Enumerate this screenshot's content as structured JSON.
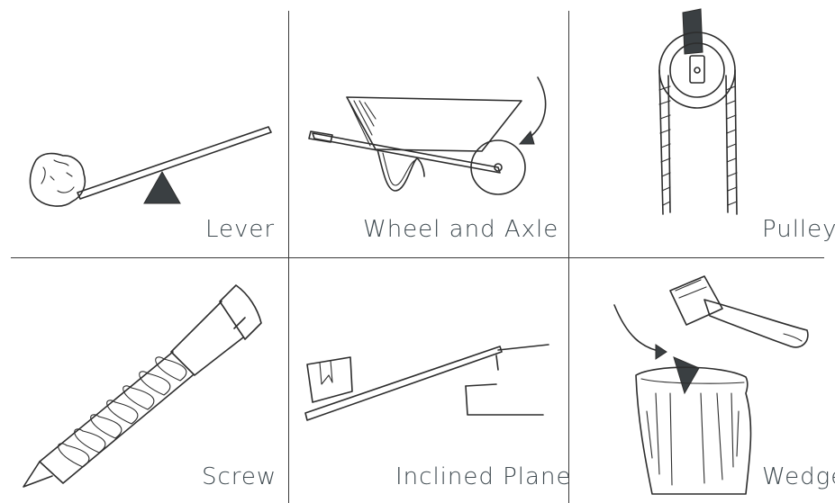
{
  "machines": [
    {
      "id": "lever",
      "label": "Lever",
      "icon": "lever-icon"
    },
    {
      "id": "wheel-and-axle",
      "label": "Wheel and Axle",
      "icon": "wheelbarrow-icon"
    },
    {
      "id": "pulley",
      "label": "Pulley",
      "icon": "pulley-icon"
    },
    {
      "id": "screw",
      "label": "Screw",
      "icon": "screw-icon"
    },
    {
      "id": "inclined-plane",
      "label": "Inclined Plane",
      "icon": "ramp-icon"
    },
    {
      "id": "wedge",
      "label": "Wedge",
      "icon": "wedge-icon"
    }
  ],
  "colors": {
    "ink": "#2d2d2d",
    "label": "#3f4a50",
    "divider": "#3a3a3a",
    "background": "#ffffff"
  }
}
